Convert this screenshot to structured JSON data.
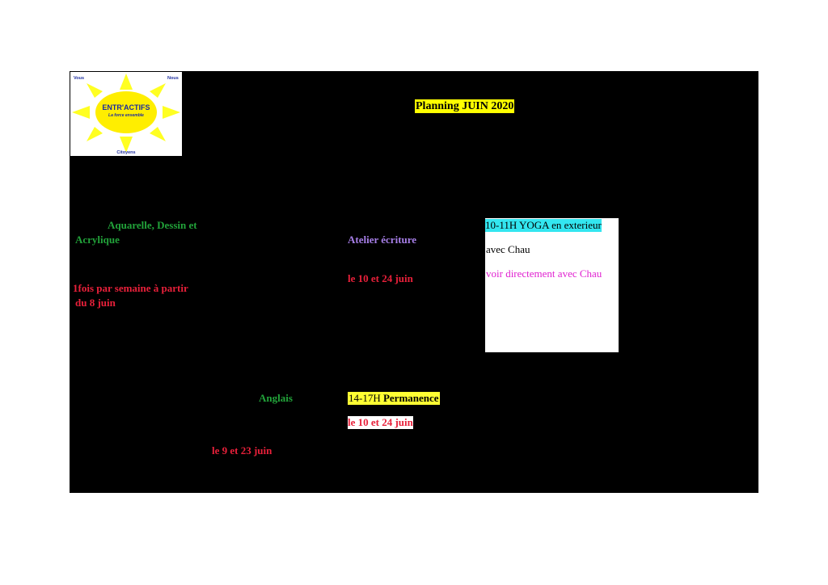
{
  "logo": {
    "name": "ENTR'ACTIFS",
    "tagline": "La force ensemble",
    "top_left": "Vous",
    "top_right": "Nous",
    "bottom": "Citoyens"
  },
  "title": "Planning JUIN 2020",
  "col1": {
    "activity_line1": "Aquarelle, Dessin et",
    "activity_line2": "Acrylique",
    "freq_line1": "1fois par semaine à partir",
    "freq_line2": "du 8 juin"
  },
  "col2": {
    "activity": "Anglais",
    "dates": "le 9 et 23 juin"
  },
  "col3": {
    "activity": "Atelier écriture",
    "dates": "le 10 et 24 juin",
    "perm_time": "14-17H",
    "perm_label": "Permanence",
    "perm_dates": "le 10 et 24 juin"
  },
  "col4": {
    "yoga_title": "10-11H YOGA en exterieur",
    "yoga_with": "avec Chau",
    "yoga_note": "voir directement avec Chau"
  },
  "colors": {
    "sheet": "#000000",
    "highlight_yellow": "#ffff00",
    "green": "#22a33a",
    "red": "#e8203a",
    "purple": "#a77fe8",
    "cyan": "#33e6f0",
    "magenta": "#e020d0"
  }
}
